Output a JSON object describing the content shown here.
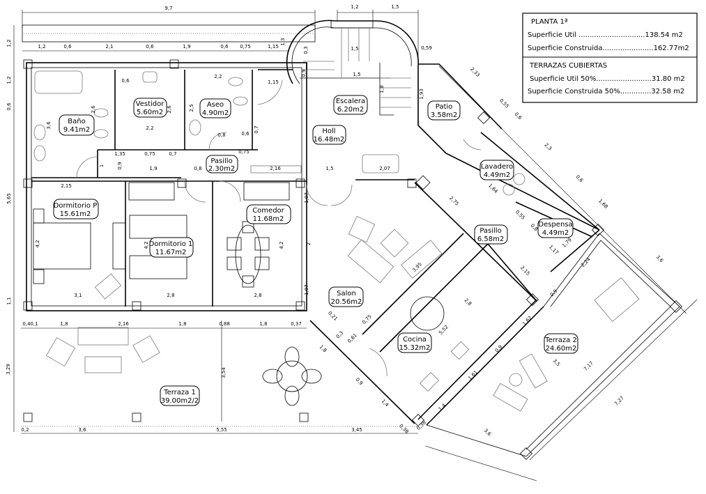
{
  "summary": {
    "planta_title": "PLANTA 1ª",
    "sup_util": "Superficie Util ..............................138.54  m2",
    "sup_construida": "Superficie Construida.......................162.77m2",
    "terrazas_title": "TERRAZAS CUBIERTAS",
    "terr_util": "Superficie Util 50%.........................31.80  m2",
    "terr_construida": "Superficie Construida 50%..............32.58  m2"
  },
  "rooms": [
    {
      "name": "Baño",
      "area": "9.41m2"
    },
    {
      "name": "Vestidor",
      "area": "5.60m2"
    },
    {
      "name": "Aseo",
      "area": "4.90m2"
    },
    {
      "name": "Escalera",
      "area": "6.20m2"
    },
    {
      "name": "Holl",
      "area": "16.48m2"
    },
    {
      "name": "Patio",
      "area": "3.58m2"
    },
    {
      "name": "Pasillo",
      "area": "2.30m2"
    },
    {
      "name": "Lavadero",
      "area": "4.49m2"
    },
    {
      "name": "Dormitorio  P",
      "area": "15.61m2"
    },
    {
      "name": "Dormitorio  1",
      "area": "11.67m2"
    },
    {
      "name": "Comedor",
      "area": "11.68m2"
    },
    {
      "name": "Pasillo",
      "area": "6.58m2"
    },
    {
      "name": "Despensa",
      "area": "4.49m2"
    },
    {
      "name": "Salon",
      "area": "20.56m2"
    },
    {
      "name": "Cocina",
      "area": "15.32m2"
    },
    {
      "name": "Terraza  2",
      "area": "24.60m2"
    },
    {
      "name": "Terraza  1",
      "area": "39.00m2/2"
    }
  ],
  "dimensions": [
    "9,7",
    "1,2",
    "1,5",
    "1,2",
    "0,6",
    "2,1",
    "0,6",
    "1,9",
    "0,6",
    "0,75",
    "1,15",
    "1,2",
    "1,2",
    "0,6",
    "5,65",
    "1,1",
    "3,29",
    "0,6",
    "2,6",
    "3,6",
    "2,2",
    "2,6",
    "2,2",
    "2,5",
    "1,15",
    "0,8",
    "0,6",
    "0,7",
    "0,75",
    "1,35",
    "0,75",
    "0,7",
    "1",
    "0,9",
    "1,9",
    "0,8",
    "2,16",
    "1,5",
    "2,07",
    "2,15",
    "4,2",
    "3,1",
    "4,2",
    "2,8",
    "4,2",
    "2,8",
    "1,07",
    "2",
    "1,07",
    "0,4",
    "0,1",
    "1,8",
    "2,16",
    "1,8",
    "0,88",
    "1,8",
    "0,37",
    "3,54",
    "0,2",
    "3,6",
    "5,55",
    "3,45",
    "1,3",
    "0,3",
    "0,9",
    "1,5",
    "1,5",
    "1,8",
    "0,59",
    "2,33",
    "1,93",
    "0,55",
    "0,6",
    "2,3",
    "0,6",
    "1,68",
    "3,6",
    "2,75",
    "1,64",
    "0,55",
    "0,8",
    "1,17",
    "1,79",
    "2,24",
    "2,15",
    "3,95",
    "2,8",
    "5,52",
    "1,62",
    "0,9",
    "0,9",
    "1,61",
    "3,5",
    "7,17",
    "7,27",
    "1,4",
    "3,6",
    "0,38",
    "0,38",
    "0,21",
    "0,75",
    "0,3",
    "0,61",
    "1,8",
    "0,9",
    "1,4"
  ]
}
